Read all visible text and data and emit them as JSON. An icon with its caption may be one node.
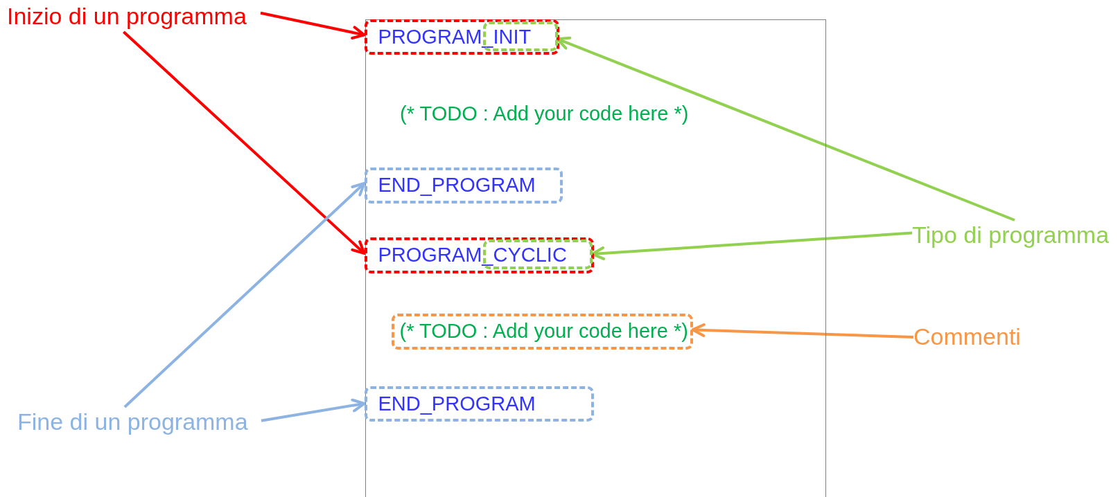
{
  "diagram": {
    "nodes": [
      {
        "text": [
          "Inizio di un programma"
        ]
      },
      {
        "text": [],
        "shape": "box"
      },
      {
        "text": [
          "PROGRAM_INIT"
        ],
        "in": 1
      },
      {
        "text": [],
        "shape": "box",
        "in": 2
      },
      {
        "text": [
          "END_PROGRAM"
        ],
        "in": 1
      },
      {
        "text": [
          "Tipo di programma"
        ]
      },
      {
        "text": [
          "PROGRAM_CYCLIC"
        ],
        "in": 1
      },
      {
        "text": [],
        "shape": "box",
        "in": 6
      },
      {
        "text": [
          "(* TODO : Add your code here *)"
        ],
        "in": 1
      },
      {
        "text": [
          "Commenti"
        ]
      },
      {
        "text": [
          "END_PROGRAM"
        ],
        "in": 1
      },
      {
        "text": [
          "Fine di un programma"
        ]
      }
    ],
    "edges": [
      {
        "from": 0,
        "to": 2,
        "arrow": "to",
        "color": "#ff0000"
      },
      {
        "from": 0,
        "to": 6,
        "arrow": "to",
        "color": "#ff0000"
      },
      {
        "from": 5,
        "to": 3,
        "arrow": "to",
        "color": "#92d050"
      },
      {
        "from": 5,
        "to": 7,
        "arrow": "to",
        "color": "#92d050"
      },
      {
        "from": 9,
        "to": 8,
        "arrow": "to",
        "color": "#f79646"
      },
      {
        "from": 11,
        "to": 4,
        "arrow": "to",
        "color": "#8db3e2"
      },
      {
        "from": 11,
        "to": 10,
        "arrow": "to",
        "color": "#8db3e2"
      }
    ],
    "labels": [
      "(* TODO : Add your code here *)"
    ]
  }
}
